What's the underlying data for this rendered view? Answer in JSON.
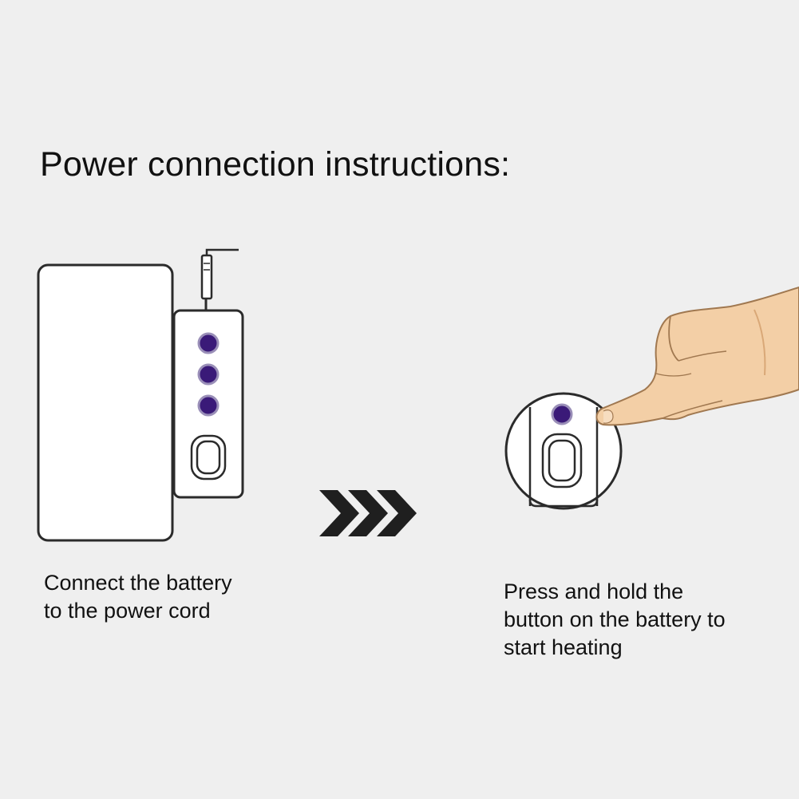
{
  "title": "Power connection instructions:",
  "steps": [
    {
      "caption_lines": [
        "Connect the battery",
        "to the power cord"
      ]
    },
    {
      "caption_lines": [
        "Press and hold the",
        "button on the battery to",
        "start heating"
      ]
    }
  ],
  "colors": {
    "background": "#efefef",
    "outline": "#2b2b2b",
    "button_fill": "#3a1a78",
    "arrow": "#1f1f1f",
    "skin": "#f3cfa6",
    "skin_shadow": "#d9a877"
  },
  "icons": [
    "battery-pack-icon",
    "power-cord-icon",
    "triple-chevron-arrow-icon",
    "hand-pointing-icon"
  ]
}
